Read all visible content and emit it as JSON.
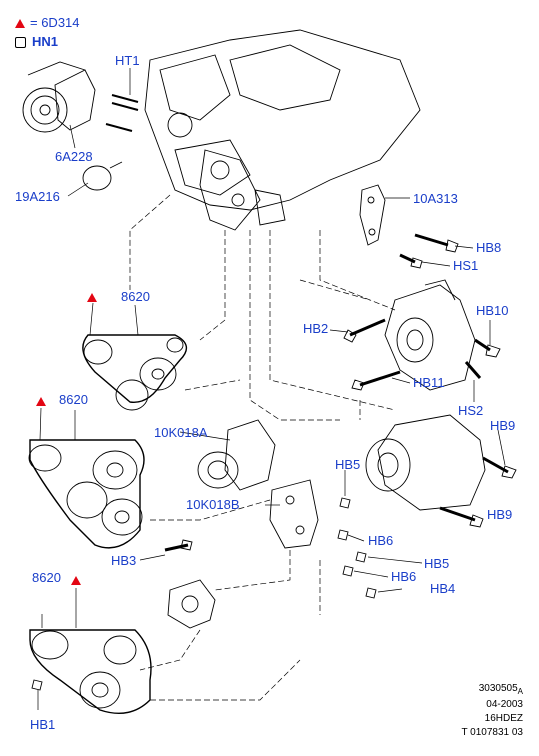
{
  "legend": {
    "symbol_text": "= 6D314",
    "nut_text": "HN1"
  },
  "labels": {
    "ht1": "HT1",
    "p6a228": "6A228",
    "p19a216": "19A216",
    "p10a313": "10A313",
    "hb8": "HB8",
    "hs1": "HS1",
    "belt1": "8620",
    "hb2": "HB2",
    "hb10": "HB10",
    "hb11": "HB11",
    "hs2": "HS2",
    "belt2": "8620",
    "p10k018a": "10K018A",
    "hb9a": "HB9",
    "hb5a": "HB5",
    "p10k018b": "10K018B",
    "hb9b": "HB9",
    "hb6a": "HB6",
    "hb3": "HB3",
    "hb5b": "HB5",
    "belt3": "8620",
    "hb6b": "HB6",
    "hb4": "HB4",
    "hb1": "HB1"
  },
  "footer": {
    "ref": "3030505",
    "ref_suffix": "A",
    "date": "04-2003",
    "engine": "16HDEZ",
    "code": "T 0107831 03"
  },
  "colors": {
    "label": "#1a3ec9",
    "warning": "#e30613",
    "line": "#000000"
  }
}
